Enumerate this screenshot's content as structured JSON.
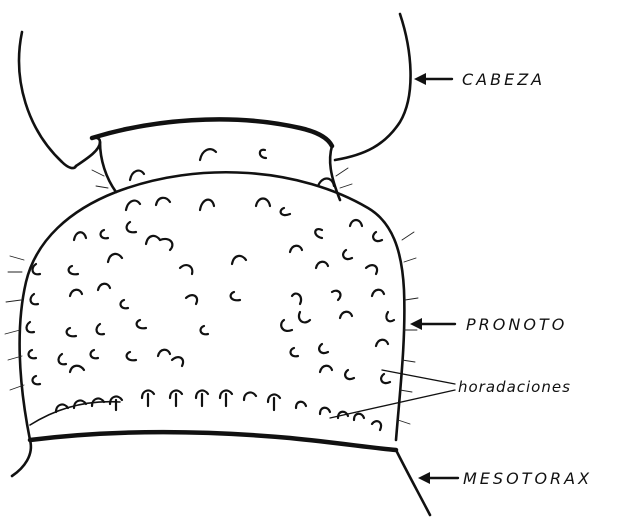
{
  "labels": {
    "cabeza": "CABEZA",
    "pronoto": "PRONOTO",
    "horadaciones": "horadaciones",
    "mesotorax": "MESOTORAX"
  }
}
